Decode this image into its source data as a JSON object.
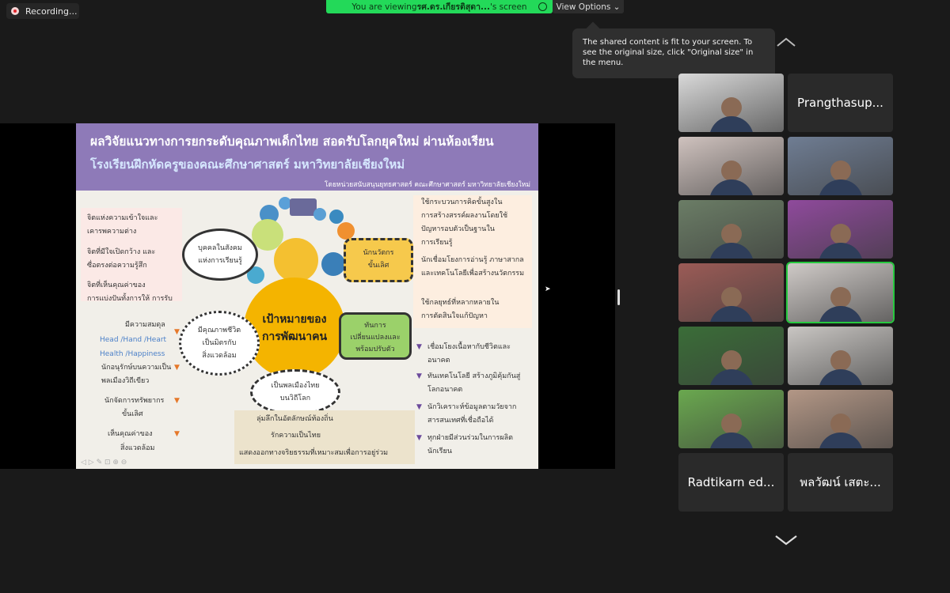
{
  "recording": {
    "label": "Recording..."
  },
  "banner": {
    "prefix": "You are viewing ",
    "presenter": "รศ.ดร.เกียรติสุดา...",
    "suffix": "'s screen"
  },
  "view_options": {
    "label": "View Options ⌄"
  },
  "tooltip": {
    "text": "The shared content is fit to your screen. To see the original size, click \"Original size\" in the menu."
  },
  "slide": {
    "title": "ผลวิจัยแนวทางการยกระดับคุณภาพเด็กไทย สอดรับโลกยุคใหม่ ผ่านห้องเรียน",
    "subtitle": "โรงเรียนฝึกหัดครูของคณะศึกษาศาสตร์ มหาวิทยาลัยเชียงใหม่",
    "credit": "โดยหน่วยสนับสนุนยุทธศาสตร์ คณะศึกษาศาสตร์ มหาวิทยาลัยเชียงใหม่",
    "center": [
      "เป้าหมายของ",
      "การพัฒนาคน"
    ],
    "left_top": [
      "จิตแห่งความเข้าใจและ",
      "เคารพความต่าง",
      "จิตที่มีใจเปิดกว้าง และ",
      "ซื่อตรงต่อความรู้สึก",
      "จิตที่เห็นคุณค่าของ",
      "การแบ่งปันทั้งการให้ การรับ"
    ],
    "left_mid": [
      "มีความสมดุล",
      "Head /Hand /Heart",
      "Health /Happiness",
      "นักอนุรักษ์บนความเป็น",
      "พลเมืองวิถีเขียว"
    ],
    "left_bottom": [
      "นักจัดการทรัพยากร",
      "ขั้นเลิศ",
      "เห็นคุณค่าของ",
      "สิ่งแวดล้อม"
    ],
    "bubble_learner": [
      "บุคคลในสังคม",
      "แห่งการเรียนรู้"
    ],
    "bubble_quality": [
      "มีคุณภาพชีวิต",
      "เป็นมิตรกับ",
      "สิ่งแวดล้อม"
    ],
    "bubble_innovator": [
      "นักนวัตกร",
      "ขั้นเลิศ"
    ],
    "bubble_change": [
      "ทันการ",
      "เปลี่ยนแปลงและ",
      "พร้อมปรับตัว"
    ],
    "bubble_citizen": [
      "เป็นพลเมืองไทย",
      "บนวิถีโลก"
    ],
    "right_top": [
      "ใช้กระบวนการคิดขั้นสูงใน",
      "การสร้างสรรค์ผลงานโดยใช้",
      "ปัญหารอบตัวเป็นฐานใน",
      "การเรียนรู้",
      "นักเชื่อมโยงการอ่านรู้ ภาษาสากล",
      "และเทคโนโลยีเพื่อสร้างนวัตกรรม",
      "ใช้กลยุทธ์ที่หลากหลายใน",
      "การตัดสินใจแก้ปัญหา"
    ],
    "right_bottom": [
      "เชื่อมโยงเนื้อหากับชีวิตและ",
      "อนาคต",
      "ทันเทคโนโลยี สร้างภูมิคุ้มกันสู่",
      "โลกอนาคต",
      "นักวิเคราะห์ข้อมูลตามวัยจาก",
      "สารสนเทศที่เชื่อถือได้",
      "ทุกฝ่ายมีส่วนร่วมในการผลิต",
      "นักเรียน"
    ],
    "bottom_center": [
      "ลุ่มลึกในอัตลักษณ์ท้องถิ่น",
      "รักความเป็นไทย",
      "แสดงออกทางจริยธรรมที่เหมาะสมเพื่อการอยู่ร่วม"
    ]
  },
  "participants": [
    {
      "name": "",
      "type": "video",
      "tone": "#d9d9d9"
    },
    {
      "name": "Prangthasup...",
      "type": "name"
    },
    {
      "name": "",
      "type": "video",
      "tone": "#cfc2be"
    },
    {
      "name": "",
      "type": "video",
      "tone": "#6f7d93"
    },
    {
      "name": "",
      "type": "video",
      "tone": "#6b7d66"
    },
    {
      "name": "",
      "type": "video",
      "tone": "#8f4a9c"
    },
    {
      "name": "",
      "type": "video",
      "tone": "#9b5b56"
    },
    {
      "name": "",
      "type": "video",
      "tone": "#cfcac7",
      "active": true
    },
    {
      "name": "",
      "type": "video",
      "tone": "#3a6d38"
    },
    {
      "name": "",
      "type": "video",
      "tone": "#c9c6c3"
    },
    {
      "name": "",
      "type": "video",
      "tone": "#6aa84f"
    },
    {
      "name": "",
      "type": "video",
      "tone": "#b39786"
    },
    {
      "name": "Radtikarn ed...",
      "type": "name"
    },
    {
      "name": "พลวัฒน์  เสตะ...",
      "type": "name"
    }
  ]
}
